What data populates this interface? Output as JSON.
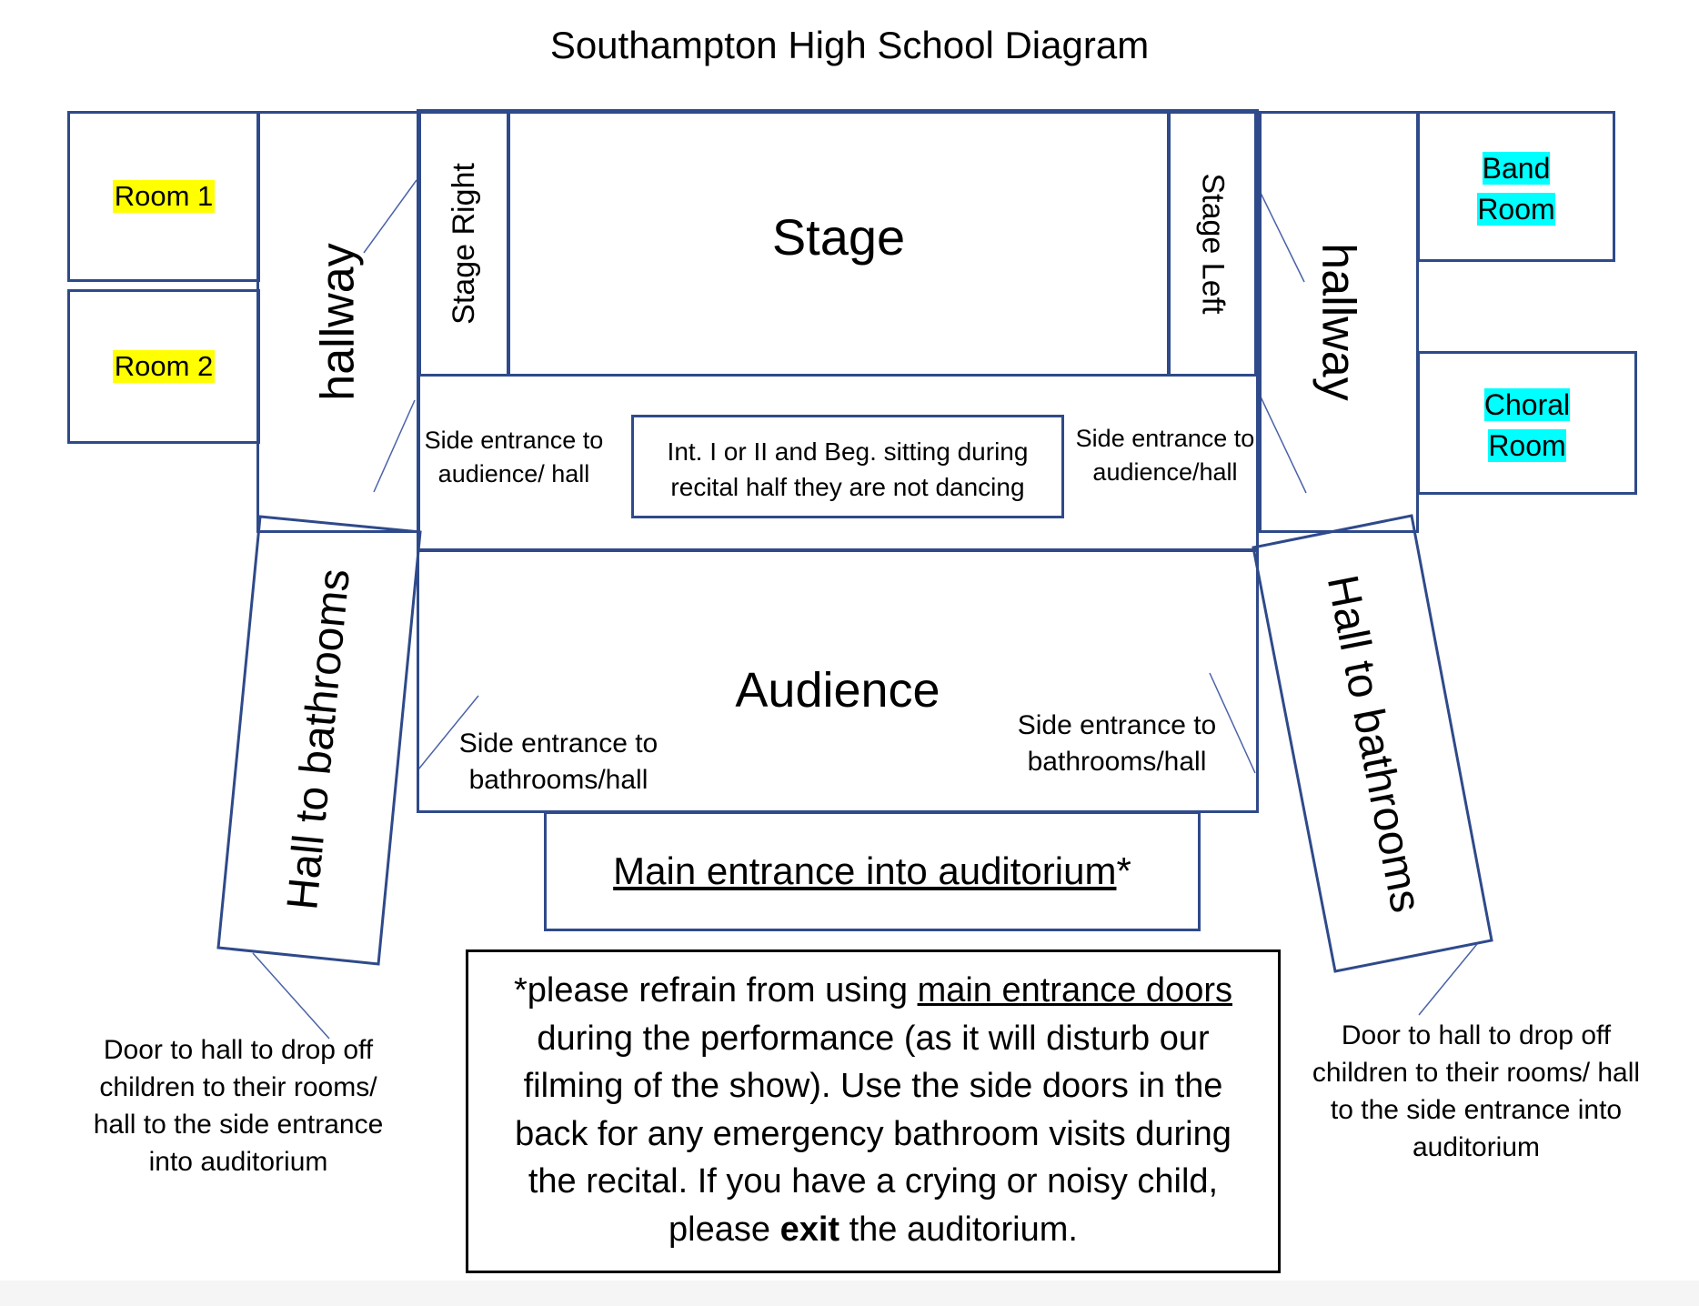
{
  "title": "Southampton High School Diagram",
  "rooms": {
    "room1": "Room 1",
    "room2": "Room 2",
    "band_room": [
      "Band",
      "Room"
    ],
    "choral_room": [
      "Choral",
      "Room"
    ]
  },
  "hallway_left": "hallway",
  "hallway_right": "hallway",
  "stage": {
    "label": "Stage",
    "right_wing": "Stage Right",
    "left_wing": "Stage Left"
  },
  "side_entrances": {
    "upper_left": [
      "Side entrance to",
      "audience/ hall"
    ],
    "upper_right": [
      "Side entrance to",
      "audience/hall"
    ],
    "lower_left": [
      "Side entrance to",
      "bathrooms/hall"
    ],
    "lower_right": [
      "Side entrance to",
      "bathrooms/hall"
    ]
  },
  "seating_note": [
    "Int. I or II and Beg. sitting during",
    "recital half they are not dancing"
  ],
  "audience": "Audience",
  "hall_to_bathrooms_left": "Hall to bathrooms",
  "hall_to_bathrooms_right": "Hall to bathrooms",
  "main_entrance": {
    "label": "Main entrance into auditorium",
    "mark": "*"
  },
  "door_notes": {
    "left": [
      "Door to hall to drop off",
      "children to their rooms/",
      "hall to the side entrance",
      "into auditorium"
    ],
    "right": [
      "Door to hall to drop off",
      "children to their rooms/ hall",
      "to the side entrance into",
      "auditorium"
    ]
  },
  "notice": {
    "prefix": "*please refrain from using ",
    "underlined": "main entrance doors",
    "line2": "during the performance (as it will disturb our",
    "line3": "filming of the show). Use the side doors in the",
    "line4": "back for any emergency bathroom visits during",
    "line5": "the recital. If you have a crying or noisy child,",
    "line6_pre": "please ",
    "line6_bold": "exit",
    "line6_post": " the auditorium."
  },
  "colors": {
    "outline": "#2f4a8a",
    "room_highlight": "#ffff00",
    "music_room_highlight": "#00ffff"
  }
}
